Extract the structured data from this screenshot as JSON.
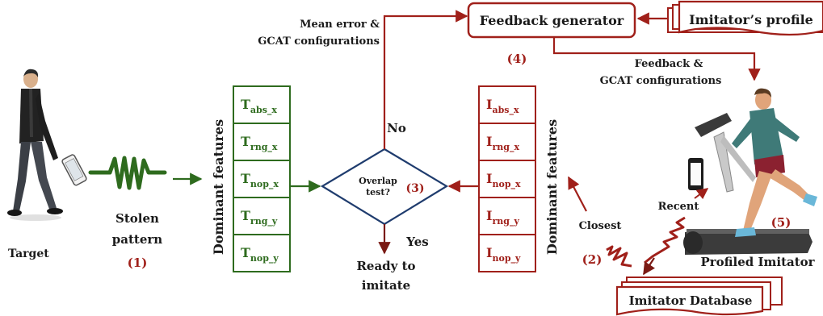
{
  "colors": {
    "green": "#2e6b1e",
    "red": "#a0201a",
    "navy": "#1f3c6e",
    "text": "#1a1a1a"
  },
  "target": {
    "label": "Target",
    "icon": "walking-man-with-phone"
  },
  "stolen_pattern": {
    "line1": "Stolen",
    "line2": "pattern",
    "step": "(1)"
  },
  "target_features": {
    "title": "Dominant features",
    "items": [
      {
        "base": "T",
        "sub": "abs_x"
      },
      {
        "base": "T",
        "sub": "rng_x"
      },
      {
        "base": "T",
        "sub": "nop_x"
      },
      {
        "base": "T",
        "sub": "rng_y"
      },
      {
        "base": "T",
        "sub": "nop_y"
      }
    ]
  },
  "overlap": {
    "line1": "Overlap",
    "line2": "test?",
    "step": "(3)",
    "no_label": "No",
    "yes_label": "Yes",
    "ready_line1": "Ready to",
    "ready_line2": "imitate"
  },
  "imitator_features": {
    "title": "Dominant features",
    "items": [
      {
        "base": "I",
        "sub": "abs_x"
      },
      {
        "base": "I",
        "sub": "rng_x"
      },
      {
        "base": "I",
        "sub": "nop_x"
      },
      {
        "base": "I",
        "sub": "rng_y"
      },
      {
        "base": "I",
        "sub": "nop_y"
      }
    ]
  },
  "feedback": {
    "generator_label": "Feedback generator",
    "mean_error_line1": "Mean error &",
    "mean_error_line2": "GCAT configurations",
    "step": "(4)",
    "feedback_line1": "Feedback &",
    "feedback_line2": "GCAT configurations",
    "profile_label": "Imitator’s profile"
  },
  "imitator": {
    "label": "Profiled Imitator",
    "step": "(5)",
    "icon": "runner-on-treadmill",
    "recent_label": "Recent",
    "closest_label": "Closest",
    "step2": "(2)",
    "database_label": "Imitator Database"
  }
}
